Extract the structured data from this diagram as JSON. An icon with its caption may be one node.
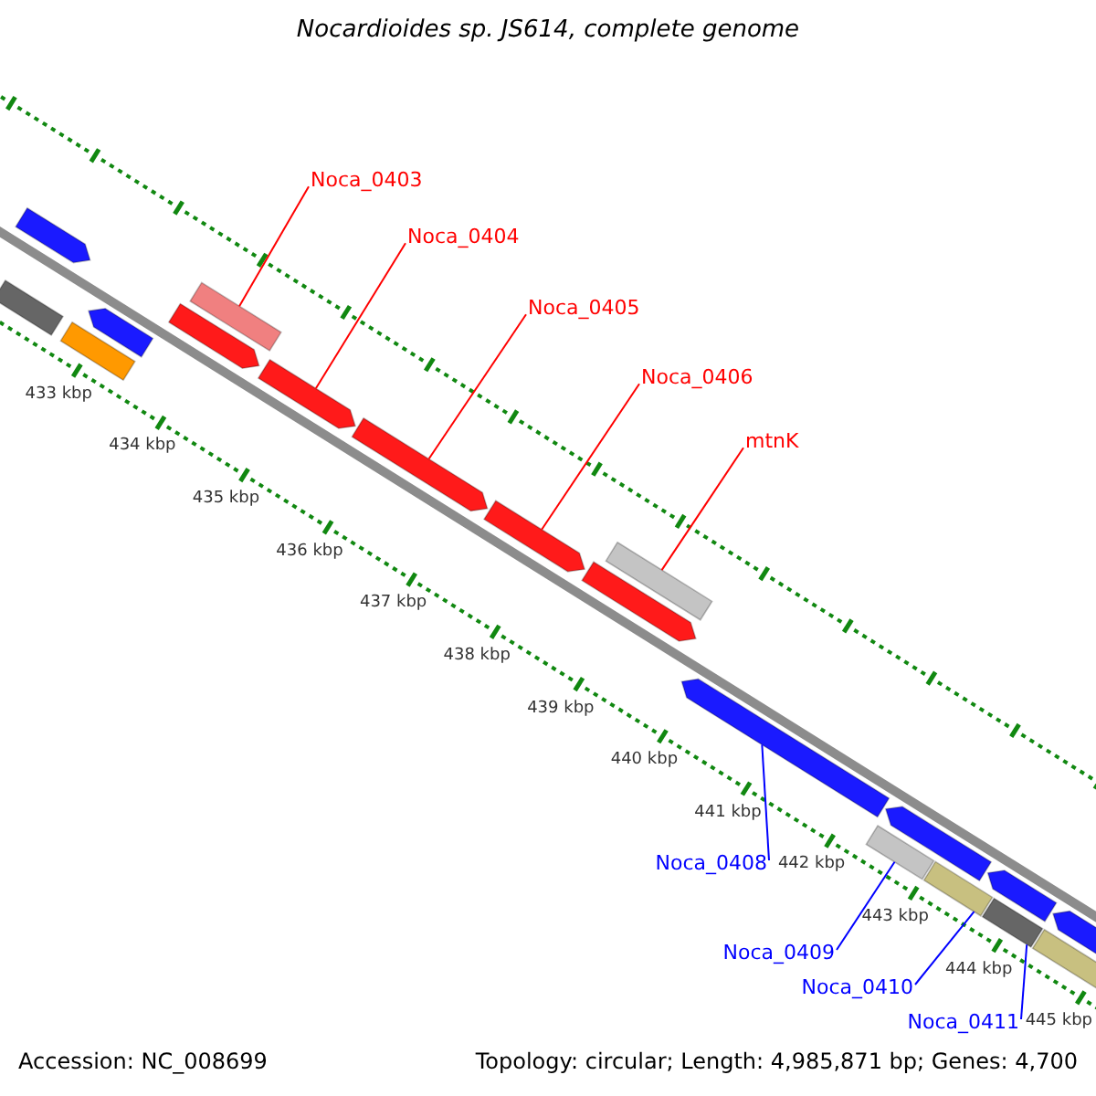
{
  "diagram": {
    "title": "Nocardioides sp. JS614, complete genome",
    "nodes": [
      {
        "text": [
          "Noca_0403"
        ]
      },
      {
        "text": [
          "Noca_0404"
        ]
      },
      {
        "text": [
          "Noca_0405"
        ]
      },
      {
        "text": [
          "Noca_0406"
        ]
      },
      {
        "text": [
          "mtnK"
        ]
      },
      {
        "text": [
          "Noca_0408"
        ]
      },
      {
        "text": [
          "Noca_0409"
        ]
      },
      {
        "text": [
          "Noca_0410"
        ]
      },
      {
        "text": [
          "Noca_0411"
        ]
      },
      {
        "text": [],
        "shape": "bar"
      },
      {
        "text": [],
        "shape": "arrow"
      },
      {
        "text": [],
        "shape": "bar"
      },
      {
        "text": [],
        "shape": "arrow"
      },
      {
        "text": [],
        "shape": "arrow"
      },
      {
        "text": [],
        "shape": "bar"
      },
      {
        "text": [],
        "shape": "arrow"
      },
      {
        "text": [],
        "shape": "arrow"
      },
      {
        "text": [],
        "shape": "arrow"
      },
      {
        "text": [],
        "shape": "bar"
      },
      {
        "text": [],
        "shape": "arrow"
      },
      {
        "text": [],
        "shape": "arrow"
      },
      {
        "text": [],
        "shape": "bar"
      },
      {
        "text": [],
        "shape": "arrow"
      },
      {
        "text": [],
        "shape": "bar"
      },
      {
        "text": [],
        "shape": "bar"
      },
      {
        "text": [],
        "shape": "arrow"
      },
      {
        "text": [],
        "shape": "bar"
      },
      {
        "text": [],
        "shape": "arrow"
      }
    ],
    "edges": [
      {
        "from": 0,
        "to": 14,
        "arrow": "none"
      },
      {
        "from": 1,
        "to": 15,
        "arrow": "none"
      },
      {
        "from": 2,
        "to": 16,
        "arrow": "none"
      },
      {
        "from": 3,
        "to": 17,
        "arrow": "none"
      },
      {
        "from": 4,
        "to": 18,
        "arrow": "none"
      },
      {
        "from": 5,
        "to": 20,
        "arrow": "none",
        "color": "#0000ff"
      },
      {
        "from": 6,
        "to": 21,
        "arrow": "none",
        "color": "#0000ff"
      },
      {
        "from": 7,
        "to": 23,
        "arrow": "none",
        "color": "#0000ff"
      },
      {
        "from": 8,
        "to": 24,
        "arrow": "none",
        "color": "#0000ff"
      }
    ],
    "labels": [
      "433 kbp",
      "434 kbp",
      "435 kbp",
      "436 kbp",
      "437 kbp",
      "438 kbp",
      "439 kbp",
      "440 kbp",
      "441 kbp",
      "442 kbp",
      "443 kbp",
      "444 kbp",
      "445 kbp",
      "Accession: NC_008699",
      "Topology: circular; Length: 4,985,871 bp; Genes: 4,700"
    ]
  }
}
